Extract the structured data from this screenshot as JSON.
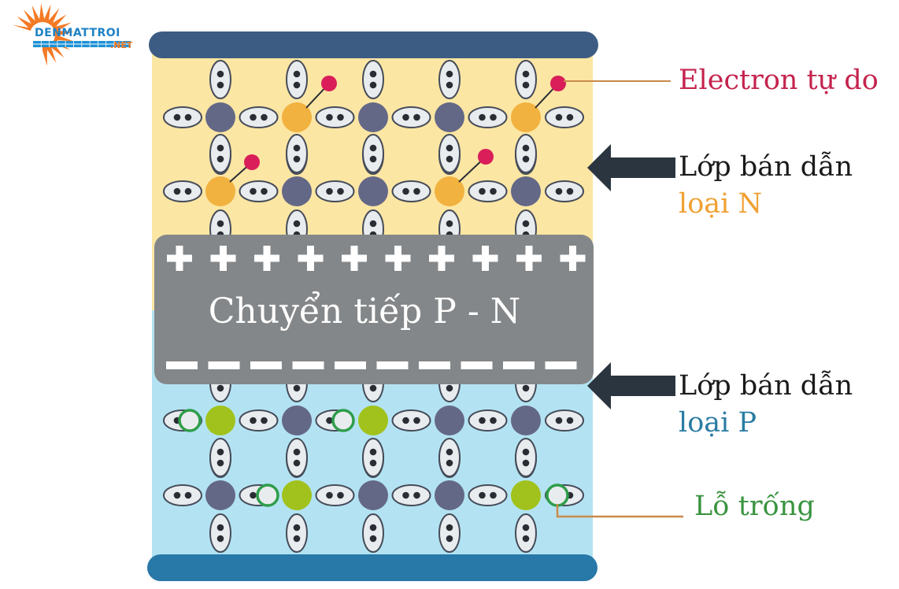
{
  "logo": {
    "brand": "DENMATTROI",
    "suffix": ".NET"
  },
  "junction": {
    "title": "Chuyển tiếp P - N"
  },
  "labels": {
    "free_electron": "Electron tự do",
    "n_layer_line1": "Lớp bán dẫn",
    "n_layer_line2": "loại N",
    "p_layer_line1": "Lớp bán dẫn",
    "p_layer_line2": "loại P",
    "hole": "Lỗ trống"
  },
  "lattice": {
    "n_row_1": [
      "si",
      "donor",
      "si",
      "si",
      "donor"
    ],
    "n_row_2": [
      "donor",
      "si",
      "si",
      "donor",
      "si"
    ],
    "p_row_1": [
      "acceptor",
      "si",
      "acceptor",
      "si",
      "si"
    ],
    "p_row_2": [
      "si",
      "acceptor",
      "si",
      "si",
      "acceptor"
    ],
    "plus_count": 10,
    "minus_count": 10
  },
  "colors": {
    "n_region": "#fce6a3",
    "p_region": "#b3e3f2",
    "top_electrode": "#3d5c84",
    "bottom_electrode": "#2878a8",
    "junction": "#848789",
    "silicon_atom": "#646887",
    "donor_atom": "#f2b23f",
    "acceptor_atom": "#a1c21c",
    "free_electron": "#d91e5a",
    "hole_ring": "#2e9d4a",
    "electron_text": "#c5234e",
    "n_text": "#f0a032",
    "p_text": "#2a7ca3",
    "hole_text": "#3a9440",
    "arrow": "#2b3540",
    "leader_line": "#c98a4a"
  }
}
